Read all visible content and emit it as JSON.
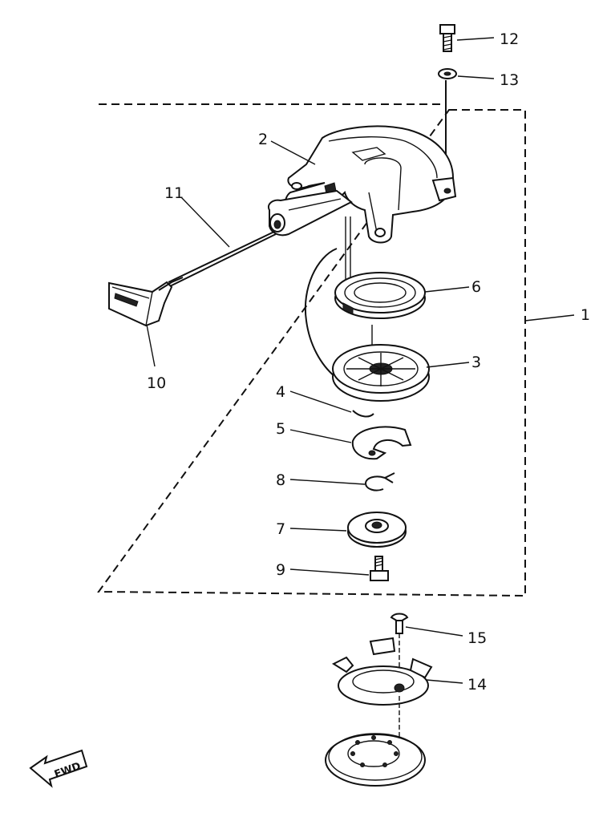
{
  "diagram": {
    "assembly_callout": "1",
    "fwd_label": "FWD",
    "parts": [
      {
        "id": "1",
        "name": "starter-assembly"
      },
      {
        "id": "2",
        "name": "starter-case"
      },
      {
        "id": "3",
        "name": "sheave-drum"
      },
      {
        "id": "4",
        "name": "drive-pawl-spring"
      },
      {
        "id": "5",
        "name": "drive-pawl"
      },
      {
        "id": "6",
        "name": "spiral-spring"
      },
      {
        "id": "7",
        "name": "drive-plate"
      },
      {
        "id": "8",
        "name": "clip"
      },
      {
        "id": "9",
        "name": "bolt"
      },
      {
        "id": "10",
        "name": "handle"
      },
      {
        "id": "11",
        "name": "starter-rope"
      },
      {
        "id": "12",
        "name": "bolt-top"
      },
      {
        "id": "13",
        "name": "washer"
      },
      {
        "id": "14",
        "name": "starter-pulley"
      },
      {
        "id": "15",
        "name": "screw"
      }
    ],
    "labels": {
      "p1": "1",
      "p2": "2",
      "p3": "3",
      "p4": "4",
      "p5": "5",
      "p6": "6",
      "p7": "7",
      "p8": "8",
      "p9": "9",
      "p10": "10",
      "p11": "11",
      "p12": "12",
      "p13": "13",
      "p14": "14",
      "p15": "15"
    }
  }
}
